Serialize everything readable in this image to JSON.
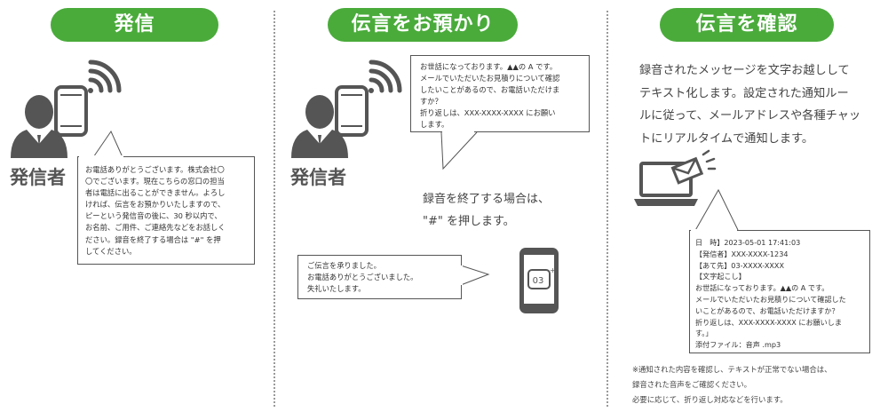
{
  "headers": {
    "step1": "発信",
    "step2": "伝言をお預かり",
    "step3": "伝言を確認"
  },
  "caller_label": "発信者",
  "column1": {
    "greeting_lines": [
      "お電話ありがとうございます。株式会社〇",
      "〇でございます。現在こちらの窓口の担当",
      "者は電話に出ることができません。よろし",
      "ければ、伝言をお預かりいたしますので、",
      "ピーという発信音の後に、30 秒以内で、",
      "お名前、ご用件、ご連絡先などをお話しく",
      "ださい。録音を終了する場合は \"#\" を押",
      "してください。"
    ]
  },
  "column2": {
    "caller_message_lines": [
      "お世話になっております。▲▲の A です。",
      "メールでいただいたお見積りについて確認",
      "したいことがあるので、お電話いただけま",
      "すか？",
      "折り返しは、XXX-XXXX-XXXX にお願い",
      "します。"
    ],
    "instruction_lines": [
      "録音を終了する場合は、",
      "\"#\" を押します。"
    ],
    "reply_lines": [
      "ご伝言を承りました。",
      "お電話ありがとうございました。",
      "失礼いたします。"
    ],
    "phone_badge": "03"
  },
  "column3": {
    "description_lines": [
      "録音されたメッセージを文字お越しして",
      "テキスト化します。設定された通知ルー",
      "ルに従って、メールアドレスや各種チャッ",
      "トにリアルタイムで通知します。"
    ],
    "notification_lines": [
      "日　時】2023-05-01 17:41:03",
      "【発信者】XXX-XXXX-1234",
      "【あて先】03-XXXX-XXXX",
      "【文字起こし】",
      "お世話になっております。▲▲の A です。",
      "メールでいただいたお見積りについて確認した",
      "いことがあるので、お電話いただけますか？",
      "折り返しは、XXX-XXXX-XXXX にお願いしま",
      "す。」",
      "添付ファイル：音声 .mp3"
    ],
    "note_lines": [
      "※通知された内容を確認し、テキストが正常でない場合は、",
      "録音された音声をご確認ください。",
      "必要に応じて、折り返し対応などを行います。"
    ]
  },
  "colors": {
    "accent_green": "#4aab3b",
    "icon_dark": "#555555",
    "text": "#333333"
  },
  "icons": [
    "person-icon",
    "smartphone-icon",
    "wifi-signal-icon",
    "laptop-icon",
    "envelope-icon",
    "phone-03-icon"
  ]
}
